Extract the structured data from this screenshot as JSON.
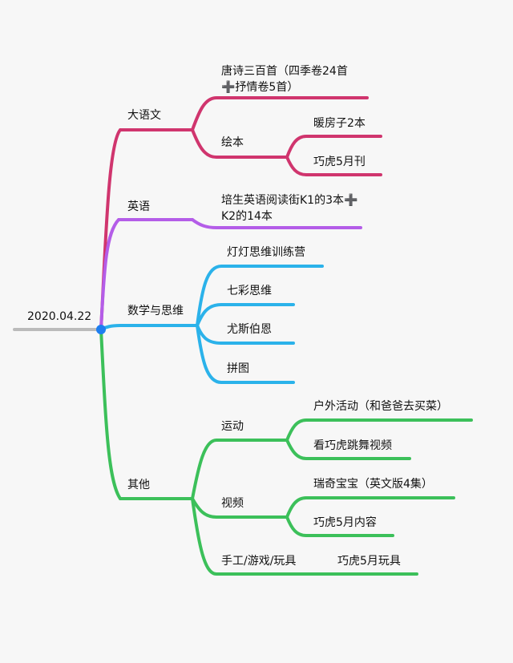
{
  "root": {
    "label": "2020.04.22"
  },
  "branches": [
    {
      "label": "大语文",
      "color": "#d0356e",
      "children": [
        {
          "label": "唐诗三百首（四季卷24首➕抒情卷5首）"
        },
        {
          "label": "绘本",
          "children": [
            {
              "label": "暖房子2本"
            },
            {
              "label": "巧虎5月刊"
            }
          ]
        }
      ]
    },
    {
      "label": "英语",
      "color": "#b45de8",
      "children": [
        {
          "label": "培生英语阅读街K1的3本➕ K2的14本"
        }
      ]
    },
    {
      "label": "数学与思维",
      "color": "#2bb2ea",
      "children": [
        {
          "label": "灯灯思维训练营"
        },
        {
          "label": "七彩思维"
        },
        {
          "label": "尤斯伯恩"
        },
        {
          "label": "拼图"
        }
      ]
    },
    {
      "label": "其他",
      "color": "#3cc05a",
      "children": [
        {
          "label": "运动",
          "children": [
            {
              "label": "户外活动（和爸爸去买菜）"
            },
            {
              "label": "看巧虎跳舞视频"
            }
          ]
        },
        {
          "label": "视频",
          "children": [
            {
              "label": "瑞奇宝宝（英文版4集）"
            },
            {
              "label": "巧虎5月内容"
            }
          ]
        },
        {
          "label": "手工/游戏/玩具",
          "children": [
            {
              "label": "巧虎5月玩具"
            }
          ]
        }
      ]
    }
  ]
}
